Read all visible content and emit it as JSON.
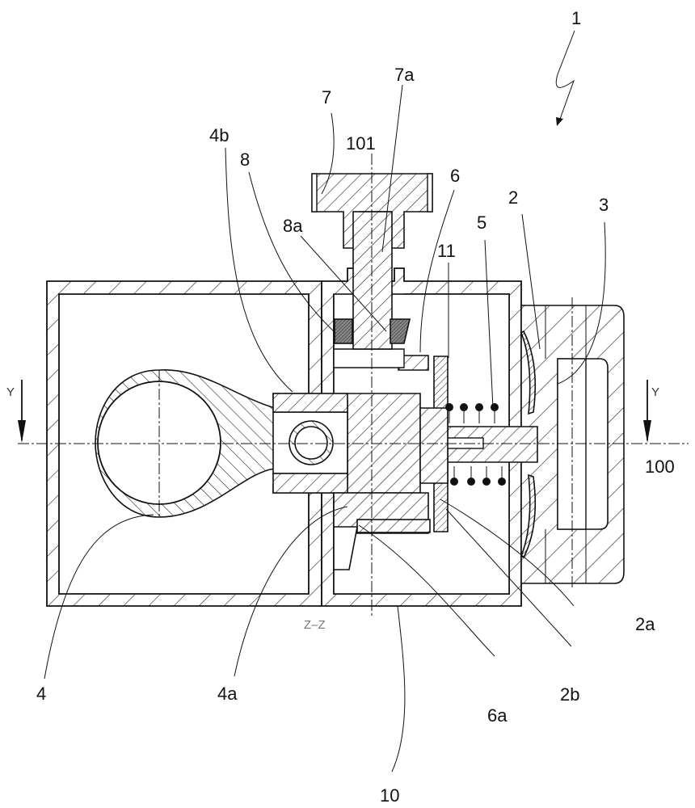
{
  "figure": {
    "assembly_ref": "1",
    "section_label": "Z–Z",
    "axis_labels": {
      "horizontal_axis": "100",
      "vertical_axis": "101"
    },
    "section_marks": {
      "left": "Y",
      "right": "Y"
    },
    "references": [
      {
        "id": "1",
        "label": "1"
      },
      {
        "id": "2",
        "label": "2"
      },
      {
        "id": "2a",
        "label": "2a"
      },
      {
        "id": "2b",
        "label": "2b"
      },
      {
        "id": "3",
        "label": "3"
      },
      {
        "id": "4",
        "label": "4"
      },
      {
        "id": "4a",
        "label": "4a"
      },
      {
        "id": "4b",
        "label": "4b"
      },
      {
        "id": "5",
        "label": "5"
      },
      {
        "id": "6",
        "label": "6"
      },
      {
        "id": "6a",
        "label": "6a"
      },
      {
        "id": "7",
        "label": "7"
      },
      {
        "id": "7a",
        "label": "7a"
      },
      {
        "id": "8",
        "label": "8"
      },
      {
        "id": "8a",
        "label": "8a"
      },
      {
        "id": "10",
        "label": "10"
      },
      {
        "id": "11",
        "label": "11"
      }
    ]
  }
}
